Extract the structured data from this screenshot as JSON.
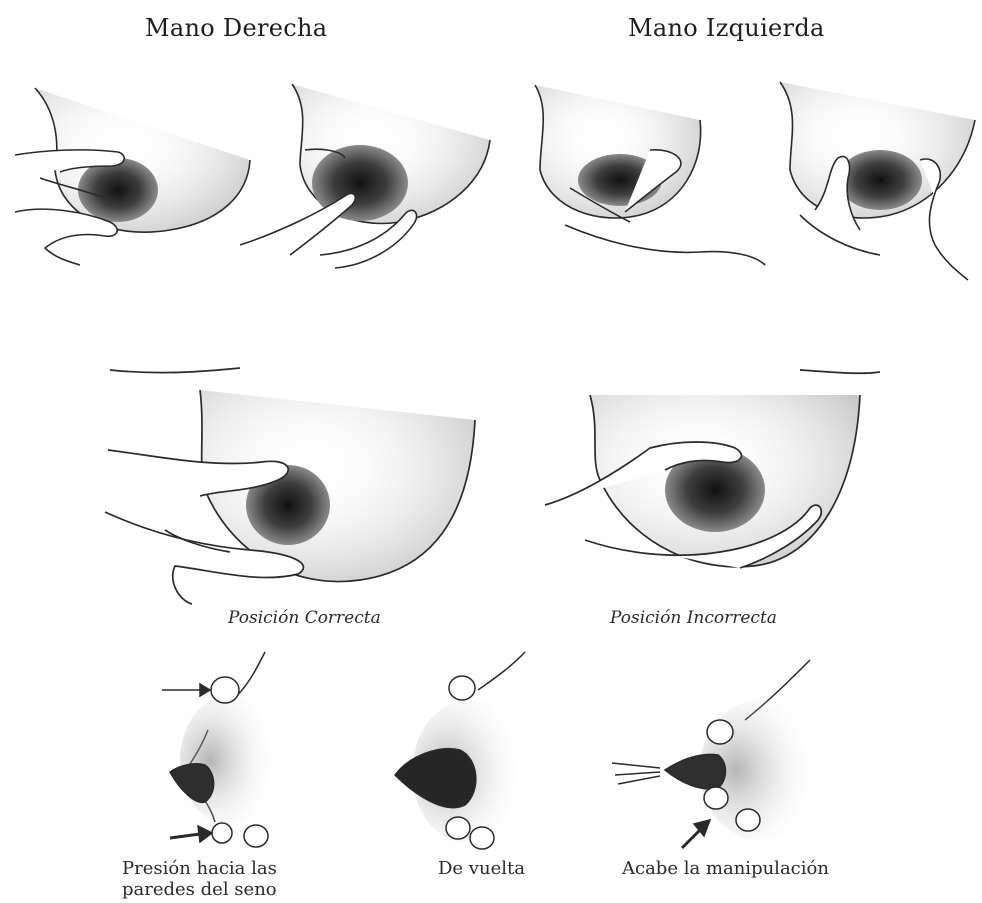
{
  "headings": {
    "right_hand": "Mano Derecha",
    "left_hand": "Mano Izquierda"
  },
  "positions": {
    "correct": "Posición Correcta",
    "incorrect": "Posición Incorrecta"
  },
  "steps": {
    "press": "Presión hacia las paredes del seno",
    "press_line1": "Presión hacia las",
    "press_line2": "paredes del seno",
    "roll": "De vuelta",
    "finish": "Acabe la manipulación"
  },
  "colors": {
    "ink": "#2a2a2a",
    "areola": "#3a3a3a",
    "shade": "#bdbdbd"
  }
}
